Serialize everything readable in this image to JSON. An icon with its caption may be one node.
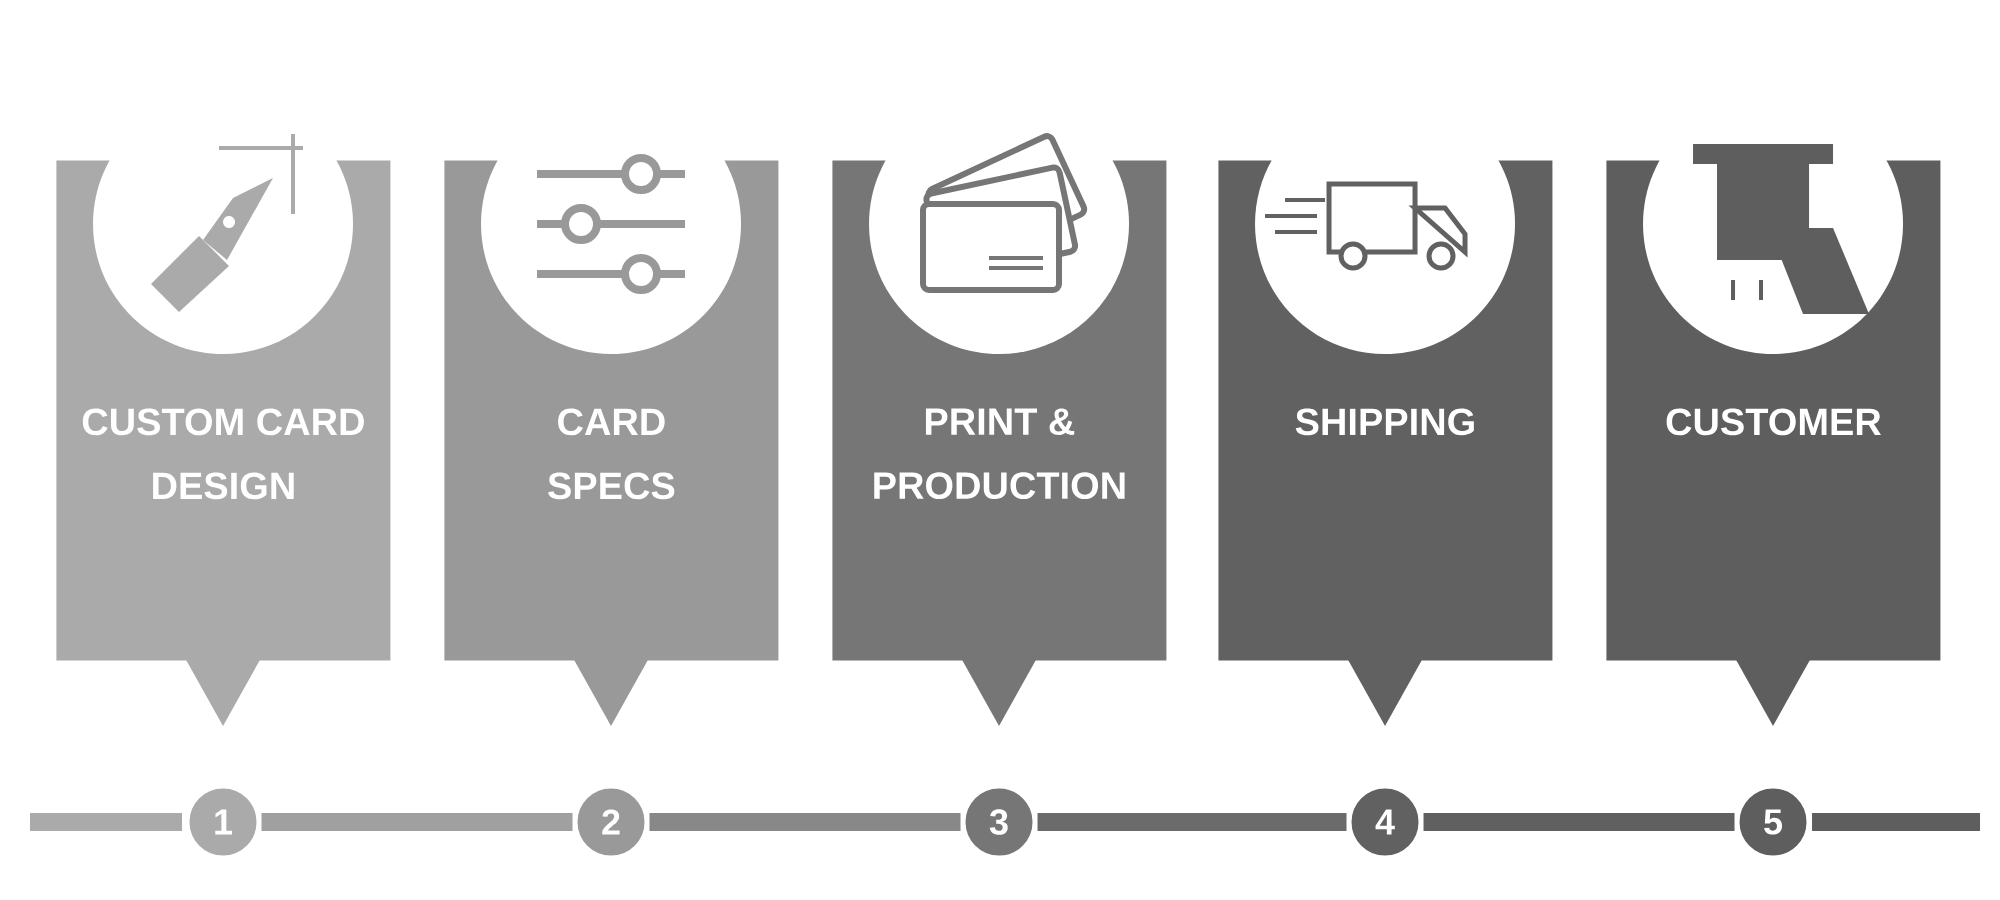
{
  "diagram": {
    "nodes": [
      {
        "text": [
          "CUSTOM CARD DESIGN"
        ]
      },
      {
        "text": [
          "CARD SPECS"
        ]
      },
      {
        "text": [
          "PRINT & PRODUCTION"
        ]
      },
      {
        "text": [
          "SHIPPING"
        ]
      },
      {
        "text": [
          "CUSTOMER"
        ]
      },
      {
        "text": [
          "1"
        ]
      },
      {
        "text": [
          "2"
        ]
      },
      {
        "text": [
          "3"
        ]
      },
      {
        "text": [
          "4"
        ]
      },
      {
        "text": [
          "5"
        ]
      }
    ],
    "edges": [
      {
        "from": 5,
        "to": 6,
        "arrow": "none",
        "color": "#a0a0a0"
      },
      {
        "from": 6,
        "to": 7,
        "arrow": "none",
        "color": "#888888"
      },
      {
        "from": 7,
        "to": 8,
        "arrow": "none",
        "color": "#6b6b6b"
      },
      {
        "from": 8,
        "to": 9,
        "arrow": "none",
        "color": "#606060"
      }
    ]
  }
}
